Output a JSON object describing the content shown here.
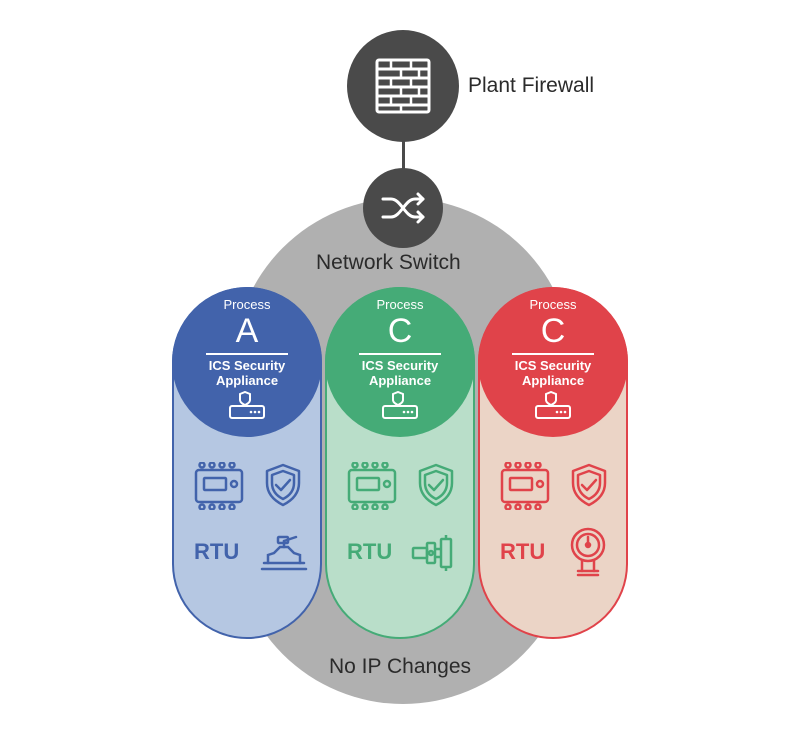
{
  "firewall": {
    "label": "Plant Firewall",
    "icon": "firewall-brick-icon"
  },
  "switch": {
    "label": "Network Switch",
    "icon": "switch-arrows-icon"
  },
  "footer": {
    "label": "No IP Changes"
  },
  "colors": {
    "dark_node": "#4a4a4a",
    "ring": "#b0b0b0"
  },
  "processes": [
    {
      "title": "Process",
      "letter": "A",
      "appliance_line1": "ICS Security",
      "appliance_line2": "Appliance",
      "rtu_label": "RTU",
      "device_icon": "valve-icon",
      "colors": {
        "main": "#4263ab",
        "light": "#b5c7e2"
      }
    },
    {
      "title": "Process",
      "letter": "C",
      "appliance_line1": "ICS Security",
      "appliance_line2": "Appliance",
      "rtu_label": "RTU",
      "device_icon": "pipe-flange-icon",
      "colors": {
        "main": "#45ab77",
        "light": "#b9dec9"
      }
    },
    {
      "title": "Process",
      "letter": "C",
      "appliance_line1": "ICS Security",
      "appliance_line2": "Appliance",
      "rtu_label": "RTU",
      "device_icon": "pressure-gauge-icon",
      "colors": {
        "main": "#e0434a",
        "light": "#ebd4c6"
      }
    }
  ]
}
